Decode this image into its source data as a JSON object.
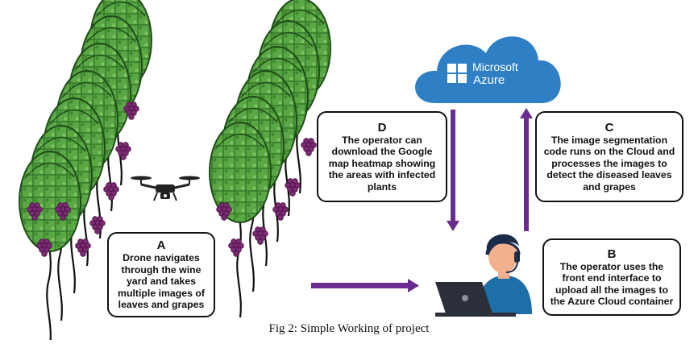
{
  "cloud": {
    "brand": "Microsoft",
    "product": "Azure"
  },
  "steps": {
    "a": {
      "letter": "A",
      "text": "Drone navigates through the wine yard and takes multiple images of leaves and grapes"
    },
    "b": {
      "letter": "B",
      "text": "The operator uses the front end interface to upload all the images to the Azure Cloud container"
    },
    "c": {
      "letter": "C",
      "text": "The image segmentation code runs on the Cloud and processes the images to detect the diseased leaves and grapes"
    },
    "d": {
      "letter": "D",
      "text": "The operator can download the Google map heatmap showing the areas with infected plants"
    }
  },
  "caption": "Fig 2: Simple Working of project",
  "icons": [
    "vine-tree-icon",
    "grape-cluster-icon",
    "drone-icon",
    "cloud-icon",
    "windows-logo-icon",
    "operator-icon",
    "laptop-icon",
    "arrow-icon"
  ],
  "colors": {
    "arrow": "#6a2c91",
    "cloud": "#2f7fc4",
    "foliage": "#4e9a3c",
    "grapes": "#7b2a73",
    "box_border": "#111111"
  }
}
